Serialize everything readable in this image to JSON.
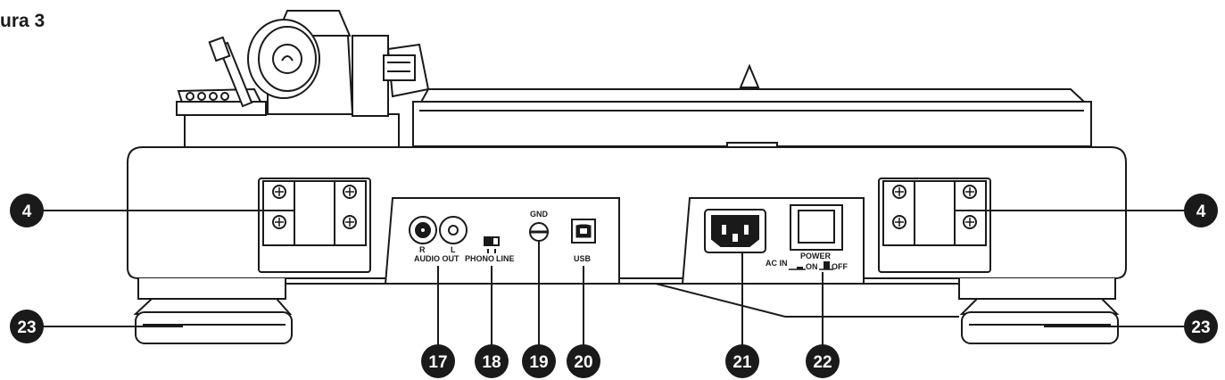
{
  "figure": {
    "title": "ura 3"
  },
  "panel_labels": {
    "audio_r": "R",
    "audio_l": "L",
    "audio_out": "AUDIO OUT",
    "phono": "PHONO",
    "line": "LINE",
    "gnd": "GND",
    "usb": "USB",
    "ac_in": "AC IN",
    "power": "POWER",
    "on": "ON",
    "off": "OFF"
  },
  "callouts": {
    "hinge_left": "4",
    "hinge_right": "4",
    "foot_left": "23",
    "foot_right": "23",
    "audio_out": "17",
    "phono_line_switch": "18",
    "gnd_terminal": "19",
    "usb_port": "20",
    "ac_in": "21",
    "power_switch": "22"
  },
  "colors": {
    "line": "#1a1a1a",
    "callout_fill": "#1a1a1a",
    "panel_fill": "#ffffff"
  }
}
